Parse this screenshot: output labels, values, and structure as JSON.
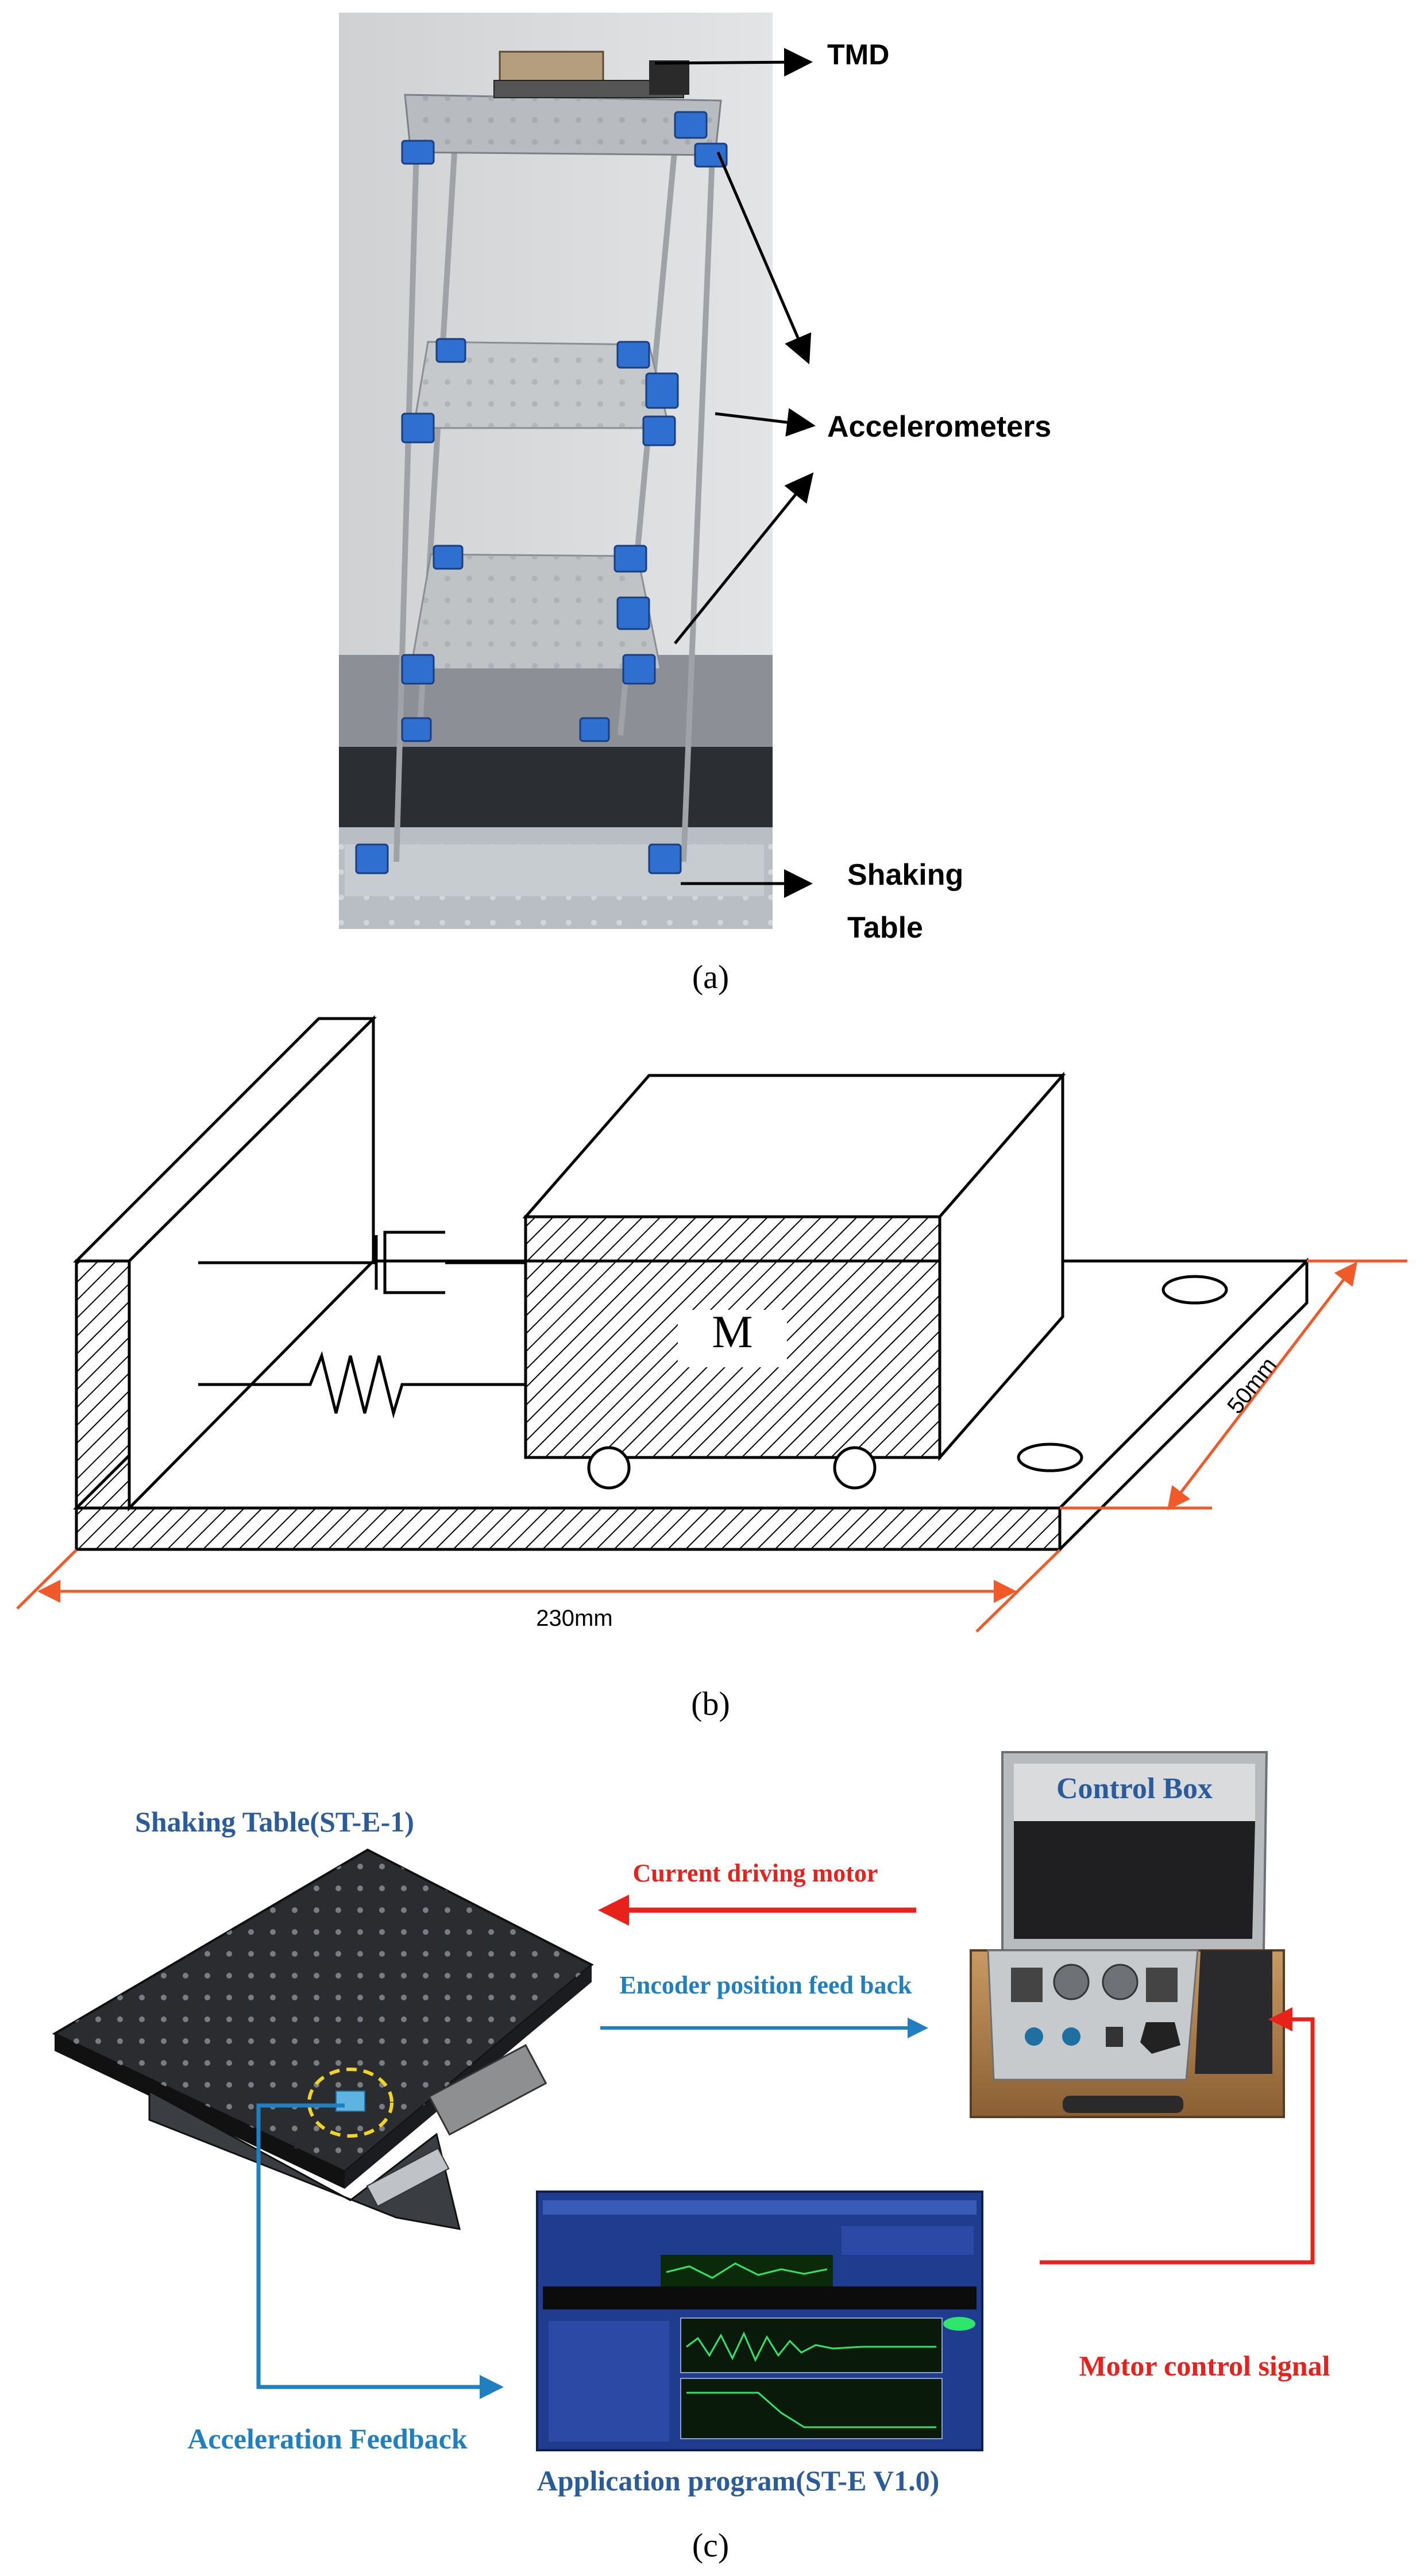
{
  "panel_a": {
    "labels": {
      "tmd": "TMD",
      "accelerometers": "Accelerometers",
      "shaking_table_1": "Shaking",
      "shaking_table_2": "Table"
    },
    "caption": "(a)"
  },
  "panel_b": {
    "mass_label": "M",
    "length_label": "230mm",
    "width_label": "50mm",
    "caption": "(b)"
  },
  "panel_c": {
    "shaking_table": "Shaking Table(ST-E-1)",
    "control_box": "Control Box",
    "current_driving_motor": "Current driving motor",
    "encoder_feedback": "Encoder position feed back",
    "motor_control_signal": "Motor control signal",
    "acceleration_feedback": "Acceleration Feedback",
    "application_program": "Application program(ST-E V1.0)",
    "caption": "(c)"
  },
  "colors": {
    "red": "#e8221b",
    "blue": "#1f7fc0",
    "dark_blue_text": "#2a5b9a",
    "orange_dim": "#f05a28"
  }
}
